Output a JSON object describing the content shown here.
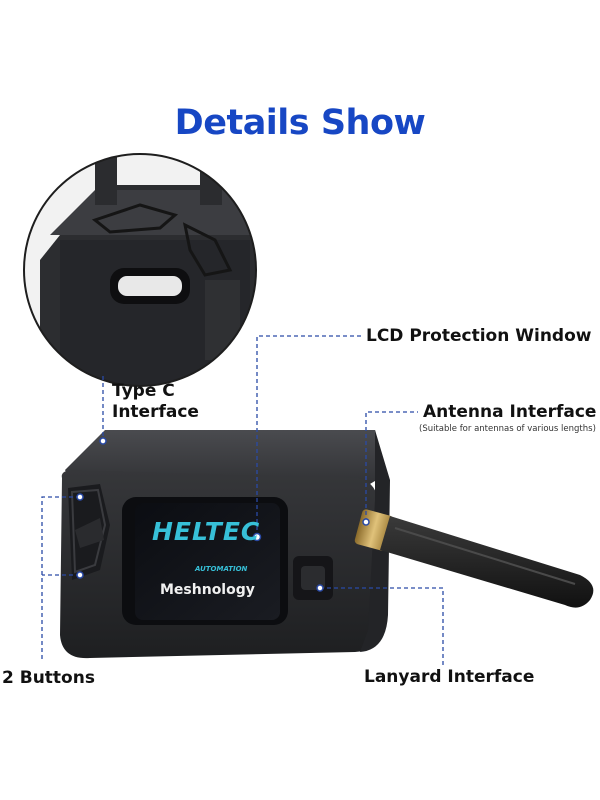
{
  "title": "Details Show",
  "colors": {
    "title": "#1747c4",
    "callout_line": "#2a4aa6",
    "device_body": "#2b2c2f",
    "screen_logo": "#37c0d8"
  },
  "callouts": {
    "type_c": {
      "line1": "Type C",
      "line2": "Interface"
    },
    "lcd_window": {
      "label": "LCD Protection Window"
    },
    "antenna": {
      "label": "Antenna Interface",
      "note": "(Suitable for antennas of various lengths)"
    },
    "buttons": {
      "label": "2 Buttons"
    },
    "lanyard": {
      "label": "Lanyard Interface"
    }
  },
  "screen": {
    "logo": "HELTEC",
    "logo_sub": "AUTOMATION",
    "text": "Meshnology"
  }
}
